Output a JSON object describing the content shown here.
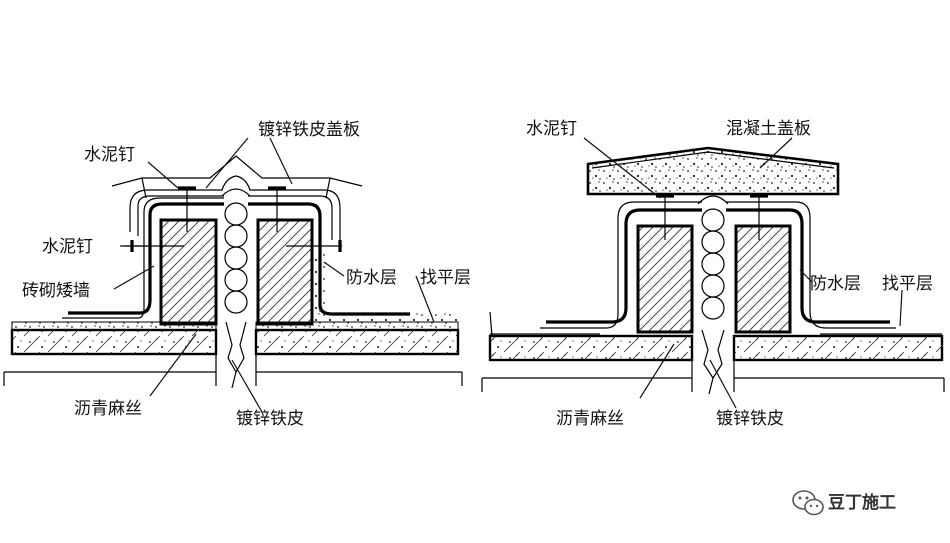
{
  "left_diagram": {
    "labels": {
      "cover": "镀锌铁皮盖板",
      "nail": "水泥钉",
      "nail_side": "水泥钉",
      "wall": "砖砌矮墙",
      "waterproof": "防水层",
      "leveling": "找平层",
      "asphalt": "沥青麻丝",
      "sheet": "镀锌铁皮"
    }
  },
  "right_diagram": {
    "labels": {
      "nail": "水泥钉",
      "cover": "混凝土盖板",
      "waterproof": "防水层",
      "leveling": "找平层",
      "asphalt": "沥青麻丝",
      "sheet": "镀锌铁皮"
    }
  },
  "watermark": {
    "text": "豆丁施工",
    "icon": "wechat-icon"
  }
}
